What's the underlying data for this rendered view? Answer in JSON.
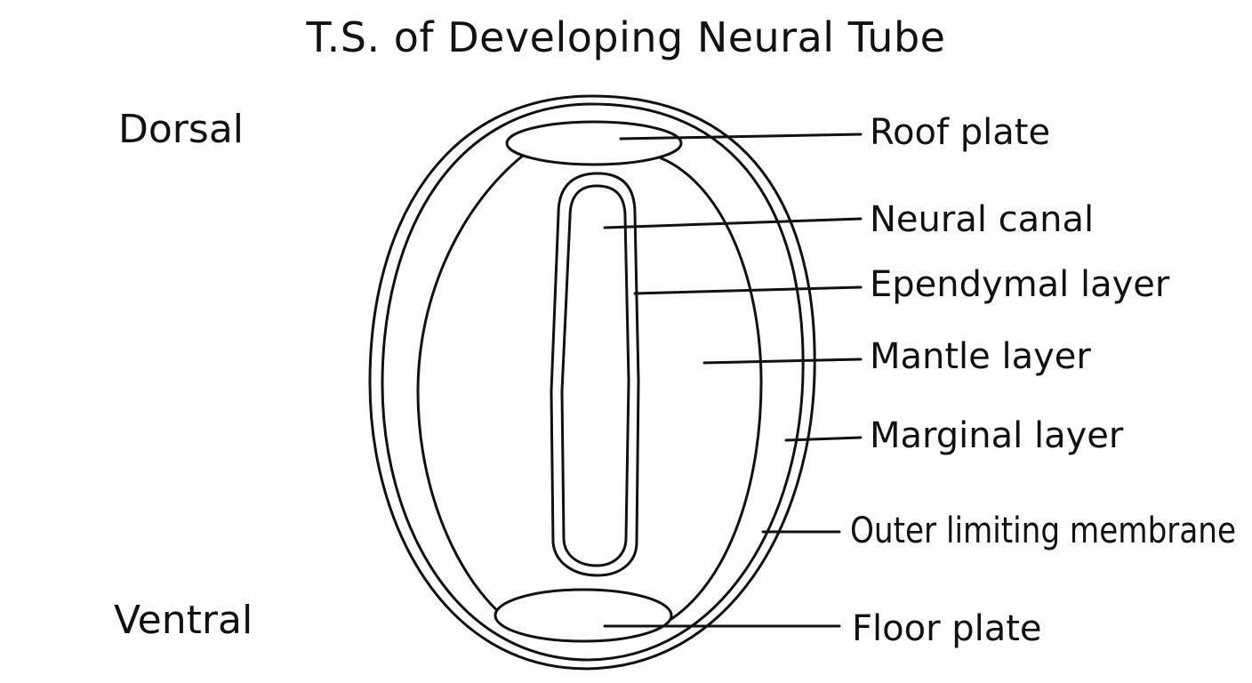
{
  "title": "T.S. of Developing Neural Tube",
  "orientation": {
    "dorsal": "Dorsal",
    "ventral": "Ventral"
  },
  "structures": {
    "roof_plate": "Roof plate",
    "neural_canal": "Neural canal",
    "ependymal_layer": "Ependymal layer",
    "mantle_layer": "Mantle layer",
    "marginal_layer": "Marginal layer",
    "outer_limiting_membrane": "Outer limiting membrane",
    "floor_plate": "Floor plate"
  }
}
